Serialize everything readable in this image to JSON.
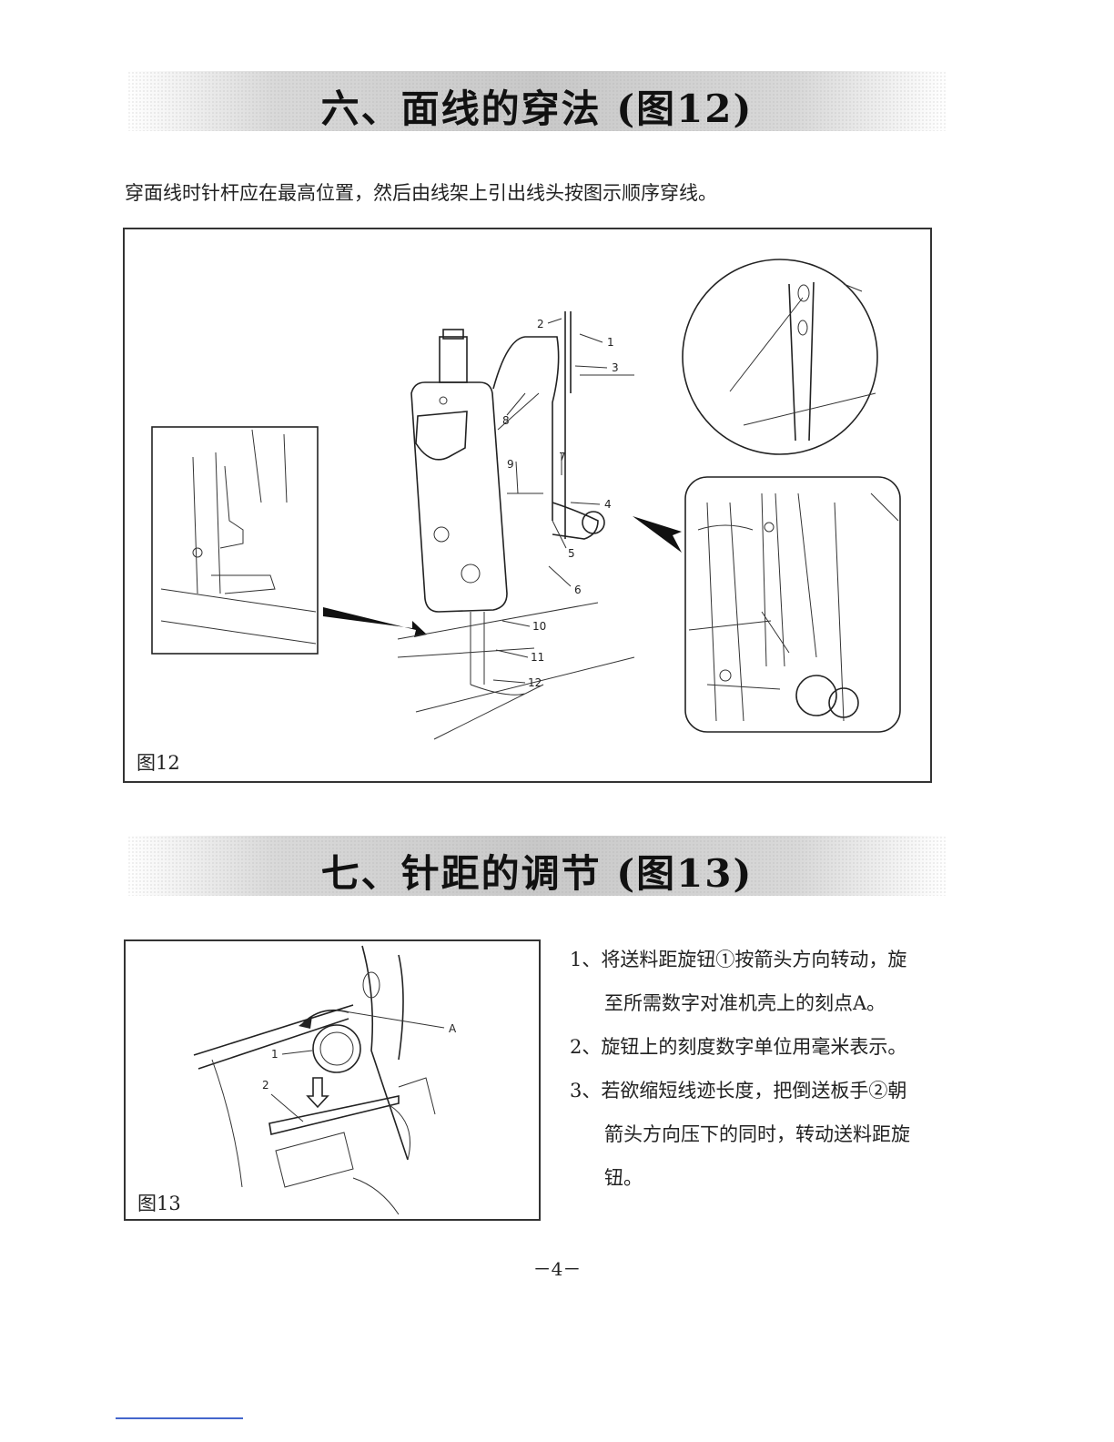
{
  "section6": {
    "heading": "六、面线的穿法 (图12)",
    "intro": "穿面线时针杆应在最高位置，然后由线架上引出线头按图示顺序穿线。"
  },
  "figure12": {
    "caption": "图12",
    "labels": [
      "1",
      "2",
      "3",
      "4",
      "5",
      "6",
      "7",
      "8",
      "9",
      "10",
      "11",
      "12"
    ]
  },
  "section7": {
    "heading": "七、针距的调节 (图13)",
    "steps": [
      {
        "line1": "1、将送料距旋钮①按箭头方向转动，旋",
        "line2": "至所需数字对准机壳上的刻点A。"
      },
      {
        "line1": "2、旋钮上的刻度数字单位用毫米表示。",
        "line2": ""
      },
      {
        "line1": "3、若欲缩短线迹长度，把倒送板手②朝",
        "line2": "箭头方向压下的同时，转动送料距旋",
        "line3": "钮。"
      }
    ]
  },
  "figure13": {
    "caption": "图13",
    "labels": [
      "A",
      "1",
      "2"
    ]
  },
  "page_number": "－4－"
}
